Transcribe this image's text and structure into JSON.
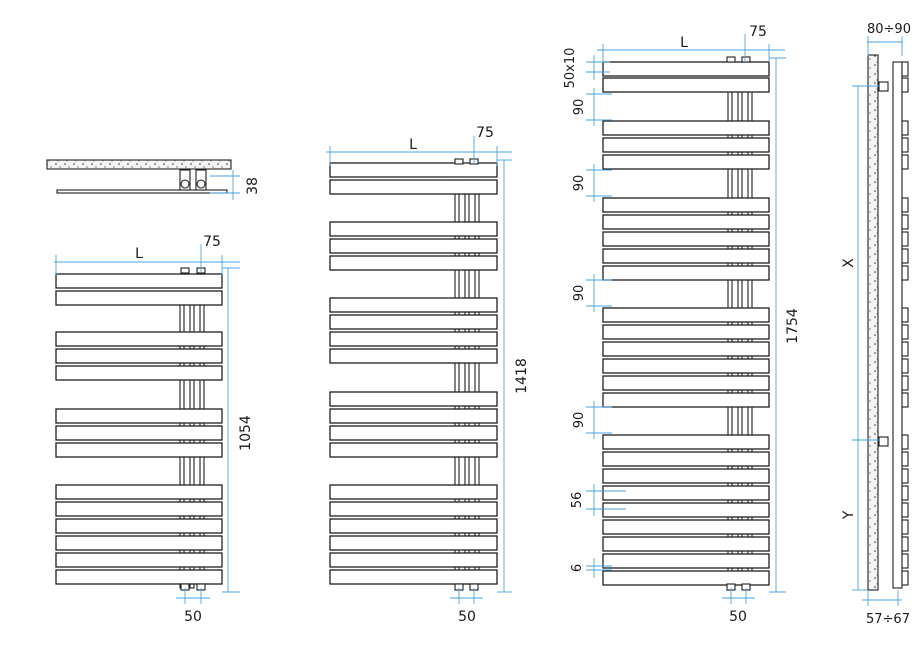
{
  "colors": {
    "outline": "#1f1f1f",
    "dimension": "#4aa3df",
    "wall": "#f4f4f4"
  },
  "top_view": {
    "depth": "38"
  },
  "radiator_small": {
    "width_label": "L",
    "offset": "75",
    "height": "1054",
    "pipe_spacing": "50"
  },
  "radiator_medium": {
    "width_label": "L",
    "offset": "75",
    "height": "1418",
    "pipe_spacing": "50"
  },
  "radiator_large": {
    "width_label": "L",
    "offset": "75",
    "height": "1754",
    "pipe_spacing": "50",
    "tube_section": "50x10",
    "gaps": [
      "90",
      "90",
      "90",
      "90"
    ],
    "group_height": "56",
    "bottom_gap": "6"
  },
  "side_view": {
    "wall_distance": "80÷90",
    "bottom_distance": "57÷67",
    "upper_height": "X",
    "lower_height": "Y"
  }
}
